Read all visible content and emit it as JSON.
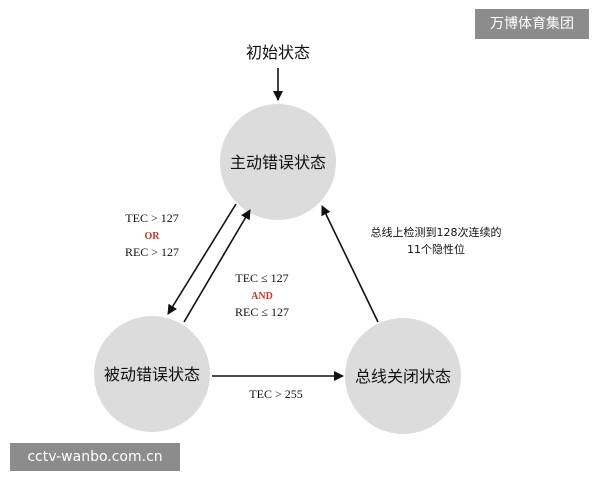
{
  "diagram": {
    "start_label": "初始状态",
    "nodes": {
      "error_active": "主动错误状态",
      "error_passive": "被动错误状态",
      "bus_off": "总线关闭状态"
    },
    "edges": {
      "active_to_passive": {
        "line1": "TEC > 127",
        "logic": "OR",
        "line2": "REC > 127"
      },
      "passive_to_active": {
        "line1": "TEC ≤ 127",
        "logic": "AND",
        "line2": "REC ≤ 127"
      },
      "passive_to_busoff": {
        "line1": "TEC > 255"
      },
      "busoff_to_active": {
        "line1": "总线上检测到128次连续的",
        "line2": "11个隐性位"
      }
    }
  },
  "watermarks": {
    "top_right": "万博体育集团",
    "bottom_left": "cctv-wanbo.com.cn"
  },
  "colors": {
    "node_fill": "#dcdcdc",
    "arrow": "#111111",
    "logic_word": "#c0392b",
    "watermark_bg": "#787878"
  }
}
